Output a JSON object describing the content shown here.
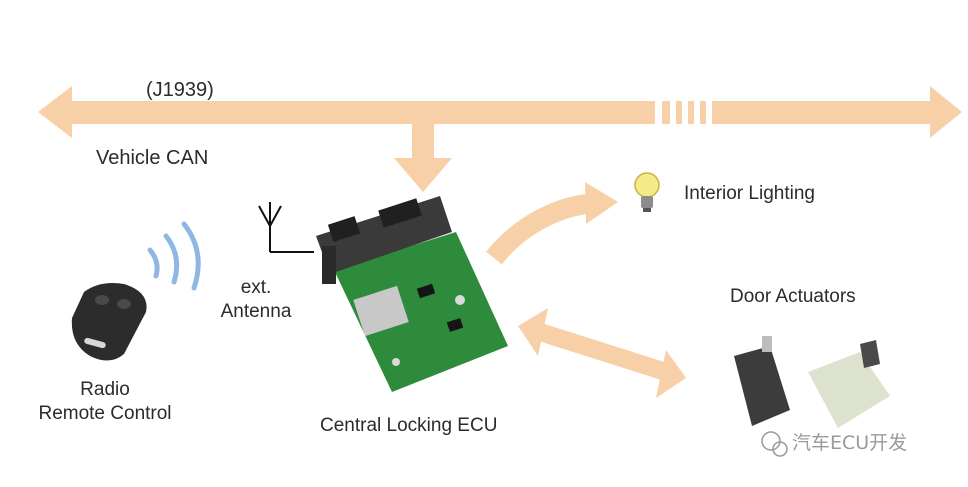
{
  "bus": {
    "protocol": "(J1939)",
    "name": "Vehicle CAN"
  },
  "nodes": {
    "antenna": [
      "ext.",
      "Antenna"
    ],
    "remote": [
      "Radio",
      "Remote Control"
    ],
    "ecu": "Central Locking ECU",
    "lighting": "Interior Lighting",
    "doors": "Door Actuators"
  },
  "watermark": "汽车ECU开发",
  "colors": {
    "arrow": "#f7d0a7",
    "pcb": "#2f8b3c",
    "connector": "#3a3a3a",
    "remote": "#2c2c2c",
    "waves": "#8fb7e2"
  }
}
